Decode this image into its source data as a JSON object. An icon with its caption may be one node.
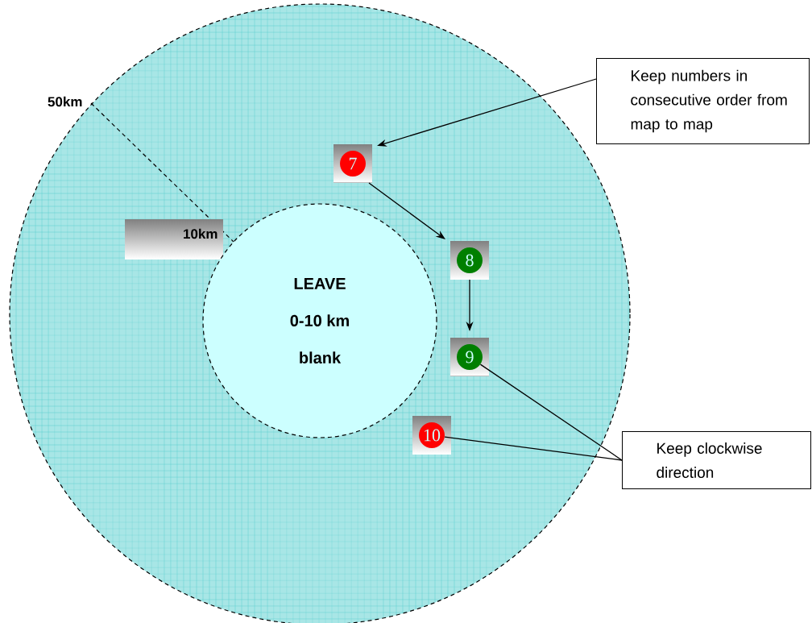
{
  "diagram": {
    "nodes": [
      {
        "text": [
          "LEAVE",
          "0-10 km",
          "blank"
        ]
      },
      {
        "text": [
          "7"
        ]
      },
      {
        "text": [
          "8"
        ]
      },
      {
        "text": [
          "9"
        ]
      },
      {
        "text": [
          "10"
        ]
      },
      {
        "text": [
          "Keep numbers in consecutive order from map to map"
        ]
      },
      {
        "text": [
          "Keep clockwise direction"
        ]
      }
    ],
    "edges": [
      {
        "from": 5,
        "to": 1,
        "arrow": "to"
      },
      {
        "from": 1,
        "to": 2,
        "arrow": "to"
      },
      {
        "from": 2,
        "to": 3,
        "arrow": "to"
      },
      {
        "from": 6,
        "to": 3,
        "arrow": "none"
      },
      {
        "from": 6,
        "to": 4,
        "arrow": "none"
      }
    ],
    "labels": [
      "50km",
      "10km"
    ]
  }
}
